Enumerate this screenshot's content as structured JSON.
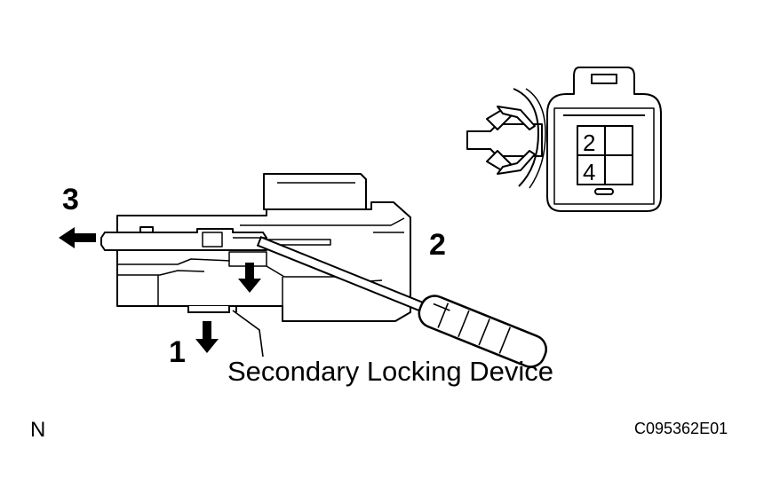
{
  "diagram": {
    "steps": [
      {
        "number": "1",
        "action": "push down"
      },
      {
        "number": "2",
        "action": "pry with screwdriver"
      },
      {
        "number": "3",
        "action": "pull out"
      }
    ],
    "callout_label": "Secondary Locking Device",
    "corner_letter": "N",
    "figure_code": "C095362E01",
    "connector_pins": [
      "2",
      "4"
    ],
    "colors": {
      "ink": "#000000",
      "paper": "#ffffff"
    }
  }
}
